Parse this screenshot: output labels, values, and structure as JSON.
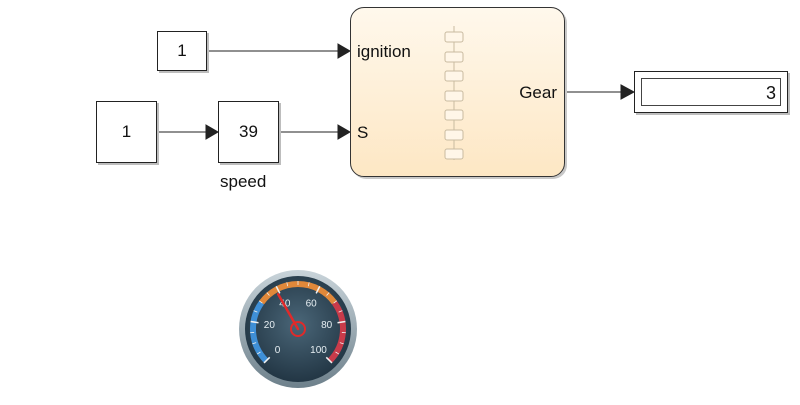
{
  "blocks": {
    "ignition_const": {
      "value": "1"
    },
    "speed_const": {
      "value": "1"
    },
    "speed_gain": {
      "value": "39",
      "label": "speed"
    },
    "display": {
      "value": "3"
    }
  },
  "chart": {
    "inputs": [
      "ignition",
      "S"
    ],
    "output": "Gear",
    "fill_color": "#fde7c4"
  },
  "gauge": {
    "ticks": [
      "0",
      "20",
      "40",
      "60",
      "80",
      "100"
    ],
    "min": 0,
    "max": 100,
    "value": 39
  }
}
